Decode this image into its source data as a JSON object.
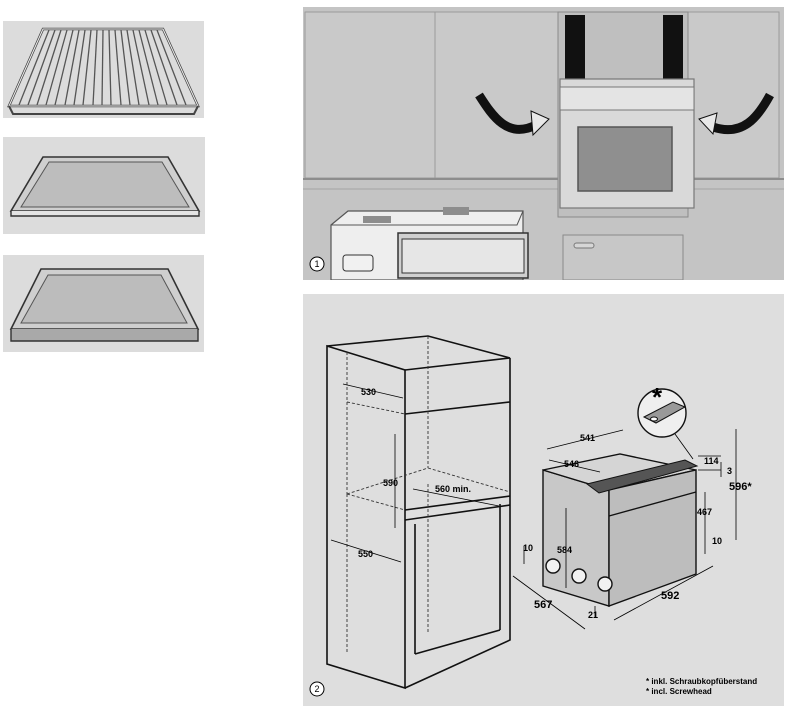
{
  "accessories": [
    {
      "name": "wire-rack"
    },
    {
      "name": "baking-tray"
    },
    {
      "name": "universal-pan"
    }
  ],
  "figure1": {
    "number": "1"
  },
  "figure2": {
    "number": "2",
    "dimensions": {
      "d530": "530",
      "d590": "590",
      "d560": "560 min.",
      "d550": "550",
      "d541": "541",
      "d546": "546",
      "d584": "584",
      "d10a": "10",
      "d567": "567",
      "d21": "21",
      "d592": "592",
      "d114": "114",
      "d3": "3",
      "d596": "596*",
      "d467": "467",
      "d10b": "10"
    },
    "detail_marker": "*",
    "notes": [
      "* inkl. Schraubkopfüberstand",
      "* incl. Screwhead"
    ]
  }
}
